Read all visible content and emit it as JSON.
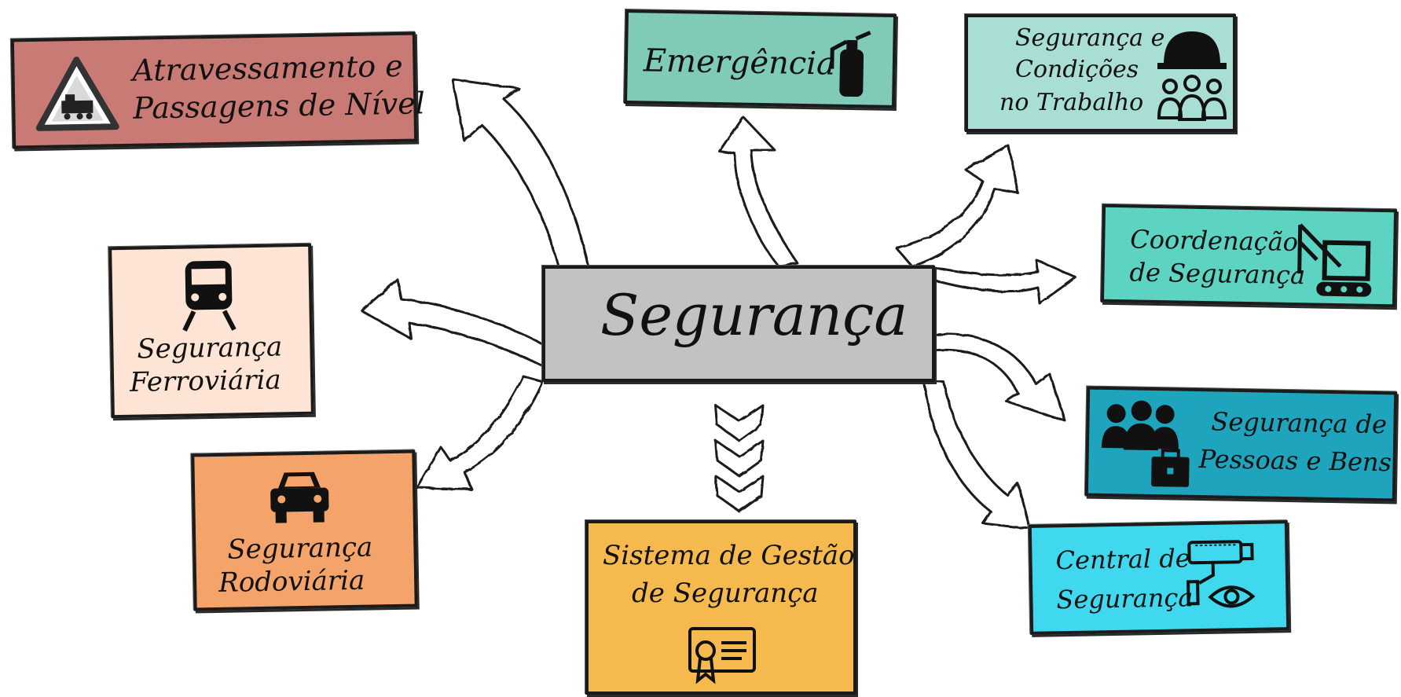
{
  "center": {
    "label": "Segurança",
    "color": "#c2c2c2"
  },
  "nodes": {
    "atravessamento": {
      "line1": "Atravessamento e",
      "line2": "Passagens de Nível",
      "color": "#c97a74",
      "icon": "level-crossing-train-icon"
    },
    "emergencia": {
      "label": "Emergência",
      "color": "#7fcbb8",
      "icon": "fire-extinguisher-icon"
    },
    "trabalho": {
      "line1": "Segurança e",
      "line2": "Condições",
      "line3": "no Trabalho",
      "color": "#a8ded3",
      "icon": "hardhat-people-icon"
    },
    "coordenacao": {
      "line1": "Coordenação",
      "line2": "de Segurança",
      "color": "#5dd4c2",
      "icon": "crane-icon"
    },
    "ferroviaria": {
      "line1": "Segurança",
      "line2": "Ferroviária",
      "color": "#fde4d4",
      "icon": "train-icon"
    },
    "pessoas": {
      "line1": "Segurança de",
      "line2": "Pessoas e Bens",
      "color": "#1ea5bd",
      "icon": "people-briefcase-icon"
    },
    "rodoviaria": {
      "line1": "Segurança",
      "line2": "Rodoviária",
      "color": "#f4a46a",
      "icon": "car-icon"
    },
    "gestao": {
      "line1": "Sistema de Gestão",
      "line2": "de Segurança",
      "color": "#f5b94e",
      "icon": "certificate-icon"
    },
    "central": {
      "line1": "Central de",
      "line2": "Segurança",
      "color": "#3fd8ee",
      "icon": "cctv-eye-icon"
    }
  }
}
